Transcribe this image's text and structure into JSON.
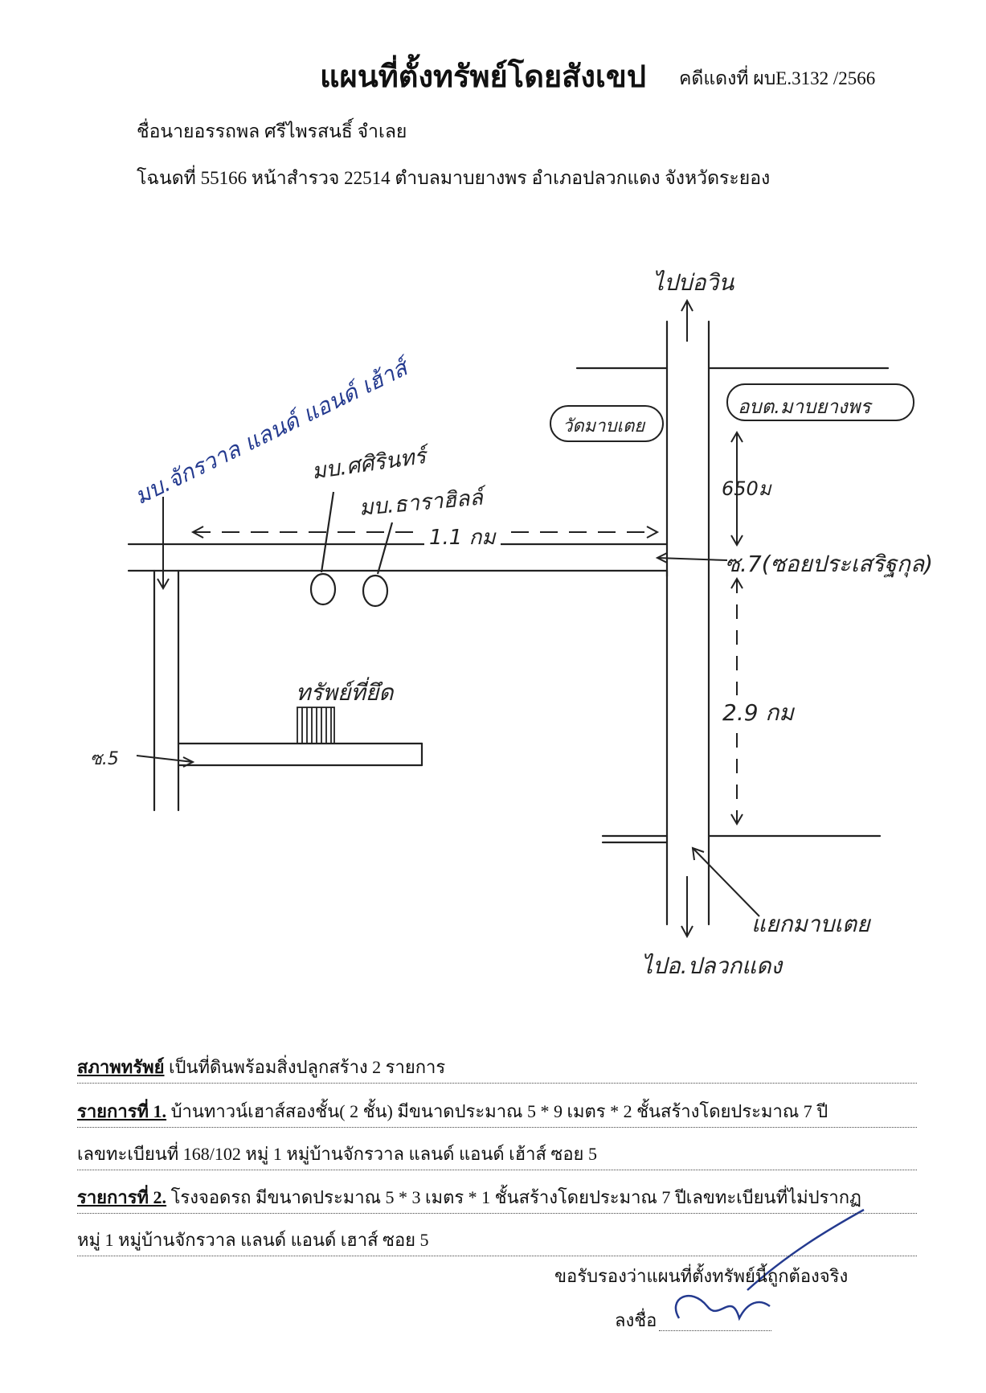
{
  "header": {
    "title": "แผนที่ตั้งทรัพย์โดยสังเขป",
    "case_no": "คดีแดงที่ ผบE.3132 /2566",
    "owner": "ชื่อนายอรรถพล   ศรีไพรสนธิ์ จำเลย",
    "deed": "โฉนดที่ 55166  หน้าสำรวจ  22514  ตำบลมาบยางพร  อำเภอปลวกแดง  จังหวัดระยอง"
  },
  "map": {
    "labels": {
      "north_dest": "ไปบ่อวิน",
      "south_dest": "ไปอ.ปลวกแดง",
      "village_jakkawan": "มบ.จักรวาล แลนด์ แอนด์ เฮ้าส์",
      "village_sirin": "มบ.ศศิรินทร์",
      "village_thara": "มบ.ธาราฮิลล์",
      "distance_soi": "1.1 กม",
      "temple": "วัดมาบเตย",
      "obt": "อบต.มาบยางพร",
      "distance_650": "650ม",
      "soi7": "ซ.7(ซอยประเสริฐกุล)",
      "distance_29": "2.9 กม",
      "property": "ทรัพย์ที่ยึด",
      "soi5": "ซ.5",
      "junction": "แยกมาบเตย"
    }
  },
  "details": {
    "condition_label": "สภาพทรัพย์",
    "condition_text": " เป็นที่ดินพร้อมสิ่งปลูกสร้าง  2  รายการ",
    "item1_label": "รายการที่ 1.",
    "item1_text": " บ้านทาวน์เฮาส์สองชั้น( 2 ชั้น)  มีขนาดประมาณ    5   *   9      เมตร  *  2  ชั้นสร้างโดยประมาณ  7  ปี",
    "item1_reg": "เลขทะเบียนที่  168/102   หมู่ 1  หมู่บ้านจักรวาล แลนด์ แอนด์ เฮ้าส์  ซอย 5",
    "item2_label": "รายการที่ 2.",
    "item2_text": " โรงจอดรถ มีขนาดประมาณ     5   *   3     เมตร  *  1  ชั้นสร้างโดยประมาณ  7  ปีเลขทะเบียนที่ไม่ปรากฏ",
    "item2_reg": "หมู่ 1  หมู่บ้านจักรวาล แลนด์ แอนด์ เฮาส์  ซอย 5"
  },
  "footer": {
    "certify": "ขอรับรองว่าแผนที่ตั้งทรัพย์นี้ถูกต้องจริง",
    "sign_label": "ลงชื่อ"
  },
  "colors": {
    "ink_blue": "#243a8f",
    "ink_black": "#222222"
  }
}
